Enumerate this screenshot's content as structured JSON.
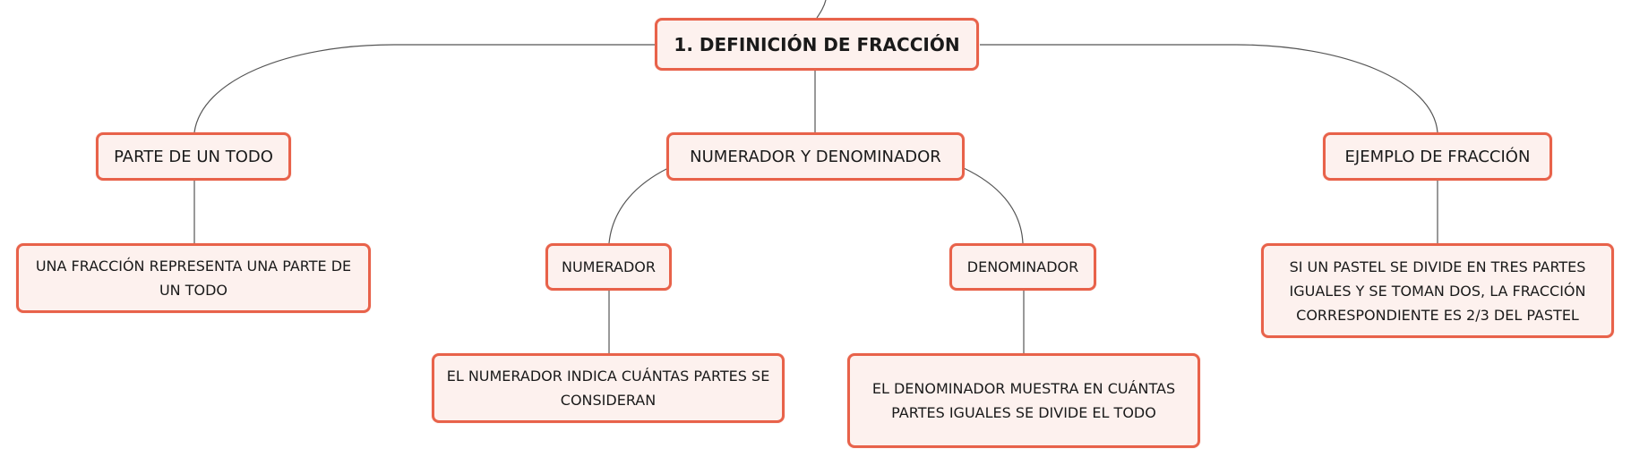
{
  "diagram": {
    "title": "1. DEFINICIÓN DE FRACCIÓN",
    "branches": [
      {
        "label": "PARTE DE UN TODO",
        "children": [
          {
            "label": "UNA FRACCIÓN REPRESENTA UNA PARTE DE UN TODO"
          }
        ]
      },
      {
        "label": "NUMERADOR Y DENOMINADOR",
        "children": [
          {
            "label": "NUMERADOR",
            "detail": "EL NUMERADOR INDICA CUÁNTAS PARTES SE CONSIDERAN"
          },
          {
            "label": "DENOMINADOR",
            "detail": "EL DENOMINADOR MUESTRA EN CUÁNTAS PARTES IGUALES SE DIVIDE EL TODO"
          }
        ]
      },
      {
        "label": "EJEMPLO DE FRACCIÓN",
        "children": [
          {
            "label": "SI UN PASTEL SE DIVIDE EN TRES PARTES IGUALES Y SE TOMAN DOS, LA FRACCIÓN CORRESPONDIENTE ES 2/3 DEL PASTEL"
          }
        ]
      }
    ]
  },
  "colors": {
    "node_border": "#e8624a",
    "node_fill": "#fdf1ee",
    "connector": "#555555",
    "text": "#1a1a1a"
  }
}
